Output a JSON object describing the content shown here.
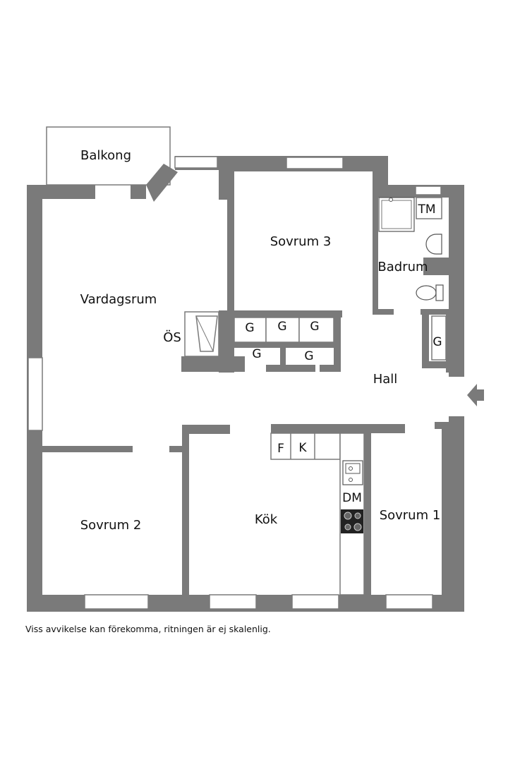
{
  "rooms": {
    "balkong": "Balkong",
    "vardagsrum": "Vardagsrum",
    "sovrum3": "Sovrum 3",
    "badrum": "Badrum",
    "tm": "TM",
    "os": "ÖS",
    "hall": "Hall",
    "sovrum2": "Sovrum 2",
    "kok": "Kök",
    "sovrum1": "Sovrum 1",
    "dm": "DM",
    "f": "F",
    "k": "K"
  },
  "closet_label": "G",
  "disclaimer": "Viss avvikelse kan förekomma, ritningen är ej skalenlig.",
  "colors": {
    "wall": "#7a7a7a",
    "background": "#ffffff",
    "text": "#111111"
  },
  "icons": [
    "entrance-arrow-icon",
    "shower-icon",
    "sink-icon",
    "toilet-icon",
    "kitchen-sink-icon",
    "stove-icon"
  ]
}
